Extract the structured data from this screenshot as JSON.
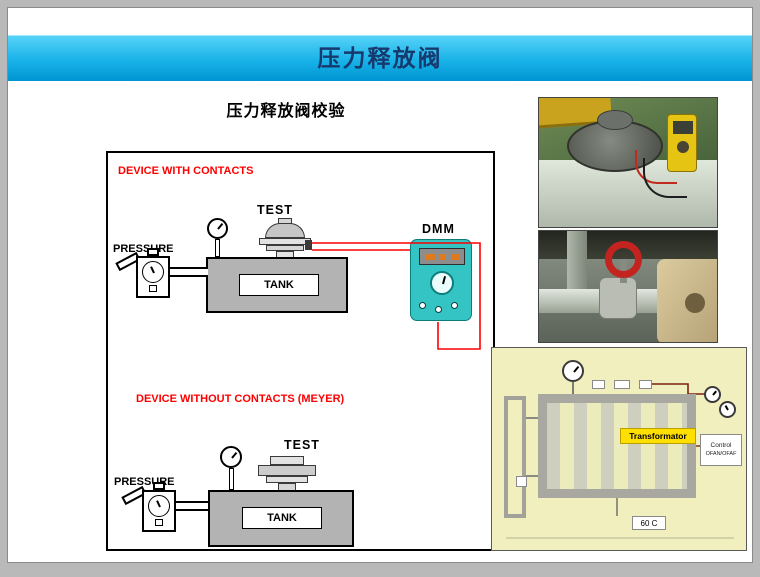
{
  "slide": {
    "title": "压力释放阀",
    "subtitle": "压力释放阀校验"
  },
  "schematic": {
    "section1_title": "DEVICE WITH CONTACTS",
    "section2_title": "DEVICE WITHOUT CONTACTS (MEYER)",
    "s1": {
      "pressure": "PRESSURE",
      "test": "TEST",
      "tank": "TANK",
      "dmm": "DMM"
    },
    "s2": {
      "pressure": "PRESSURE",
      "test": "TEST",
      "tank": "TANK"
    }
  },
  "transformer_panel": {
    "transformer_label": "Transformator",
    "control_line1": "Control",
    "control_line2": "OFAN/OFAF",
    "temperature": "60 C"
  },
  "colors": {
    "header_cyan": "#18b2e8",
    "title_navy": "#16396e",
    "section_red": "#ff0000",
    "dmm_teal": "#35c4c4",
    "panel_yellow": "#f1efbe",
    "label_yellow": "#ffdf00",
    "tank_gray": "#b3b3b3"
  }
}
